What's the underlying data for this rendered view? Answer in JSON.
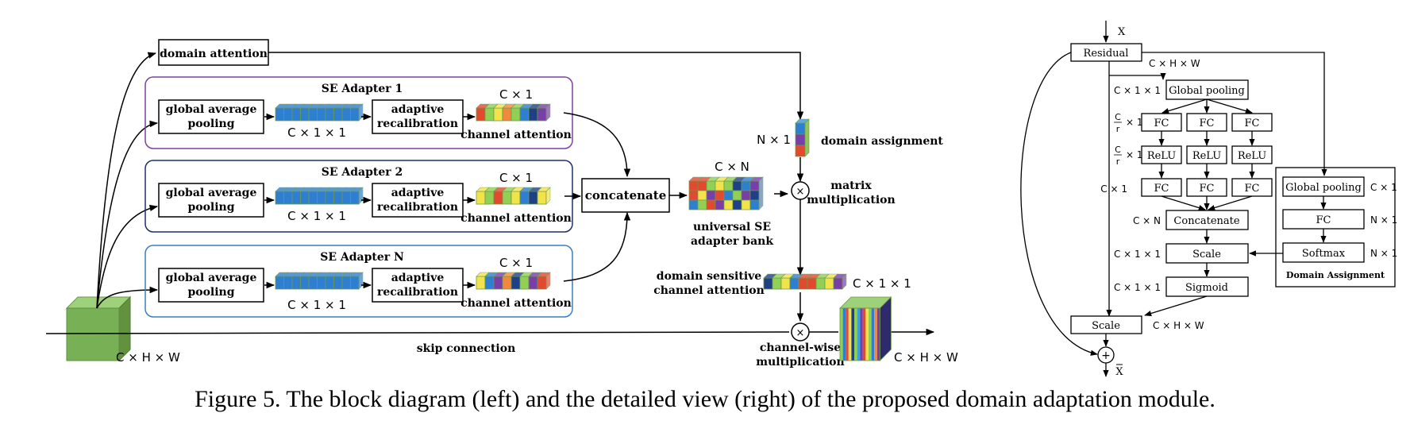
{
  "left": {
    "domain_attention": "domain attention",
    "adapters": [
      {
        "title": "SE Adapter 1",
        "gap": "global average pooling",
        "gap_dim": "C × 1 × 1",
        "recal": "adaptive recalibration",
        "att_dim": "C × 1",
        "att": "channel attention"
      },
      {
        "title": "SE Adapter 2",
        "gap": "global average pooling",
        "gap_dim": "C × 1 × 1",
        "recal": "adaptive recalibration",
        "att_dim": "C × 1",
        "att": "channel attention"
      },
      {
        "title": "SE Adapter N",
        "gap": "global average pooling",
        "gap_dim": "C × 1 × 1",
        "recal": "adaptive recalibration",
        "att_dim": "C × 1",
        "att": "channel attention"
      }
    ],
    "concatenate": "concatenate",
    "bank_dim": "C × N",
    "bank_label": "universal SE adapter bank",
    "assign_dim": "N × 1",
    "assign_label": "domain assignment",
    "matmul_label": "matrix multiplication",
    "ca_label": "domain sensitive channel attention",
    "ca_dim": "C × 1 × 1",
    "skip_label": "skip connection",
    "input_dim": "C × H × W",
    "cwm_label": "channel-wise multiplication",
    "output_dim": "C × H × W"
  },
  "right": {
    "x_label": "X",
    "residual": "Residual",
    "residual_dim": "C × H × W",
    "gp_dim": "C × 1 × 1",
    "global_pooling": "Global pooling",
    "fc": "FC",
    "relu": "ReLU",
    "cr1_num": "C",
    "cr1_den": "r",
    "cr1_tail": "× 1",
    "cr2_num": "C",
    "cr2_den": "r",
    "cr2_tail": "× 1",
    "c1_dim": "C × 1",
    "concat_dim": "C × N",
    "concatenate": "Concatenate",
    "scale_dim": "C × 1 × 1",
    "scale": "Scale",
    "sigmoid_dim": "C × 1 × 1",
    "sigmoid": "Sigmoid",
    "scale2": "Scale",
    "scale2_dim": "C × H × W",
    "plus": "+",
    "xt_label": "X",
    "da_gp": "Global pooling",
    "da_gp_dim": "C × 1",
    "da_fc": "FC",
    "da_fc_dim": "N × 1",
    "da_softmax": "Softmax",
    "da_softmax_dim": "N × 1",
    "da_title": "Domain Assignment"
  },
  "caption": "Figure 5. The block diagram (left) and the detailed view (right) of the proposed domain adaptation module."
}
